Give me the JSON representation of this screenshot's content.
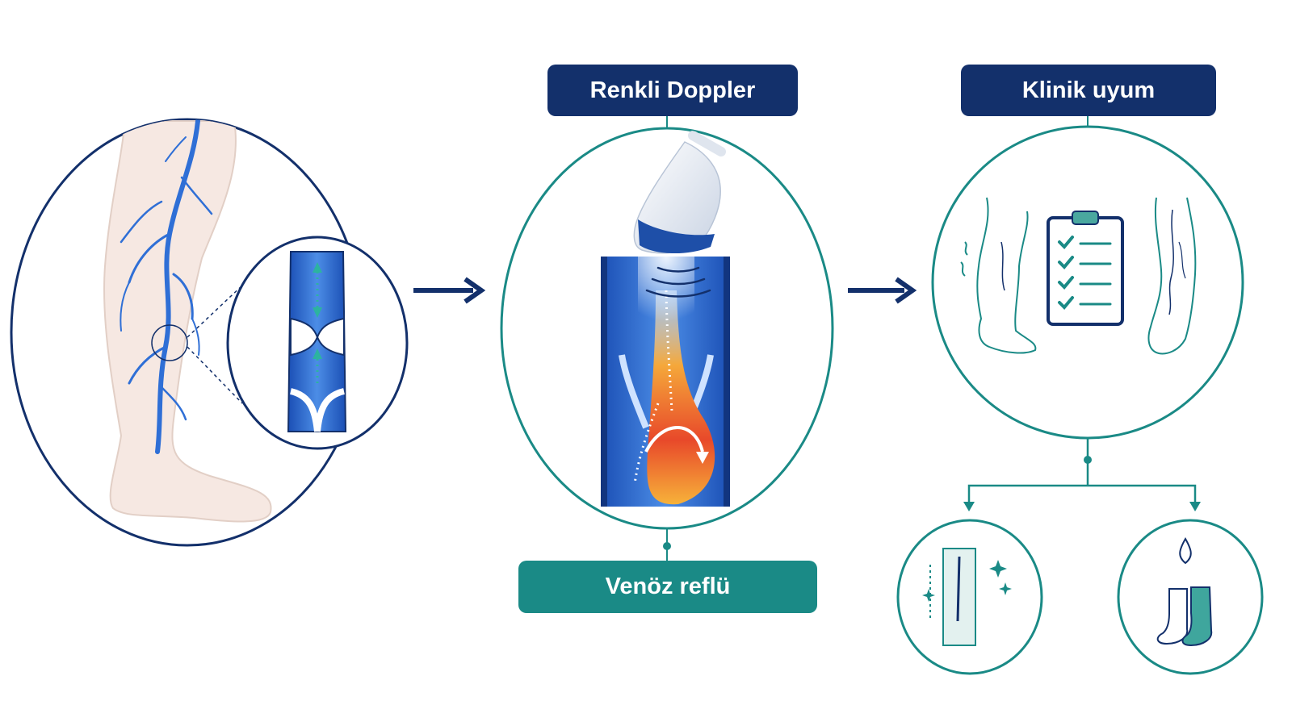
{
  "labels": {
    "doppler": "Renkli Doppler",
    "clinic": "Klinik uyum",
    "reflux": "Venöz reflü"
  },
  "colors": {
    "navy": "#13306b",
    "teal": "#1a8a86",
    "vein_blue": "#2f6fd6",
    "skin": "#f6e8e2",
    "reflux_red": "#e8492a",
    "reflux_orange": "#f59a2c"
  },
  "icons": {
    "leg": "leg-with-varicose-veins-icon",
    "valve": "vein-valve-magnified-icon",
    "probe": "ultrasound-probe-icon",
    "vessel": "doppler-vessel-reflux-icon",
    "clipboard": "checklist-clipboard-icon",
    "treatment": "vein-needle-treatment-icon",
    "stocking": "compression-stocking-icon"
  }
}
